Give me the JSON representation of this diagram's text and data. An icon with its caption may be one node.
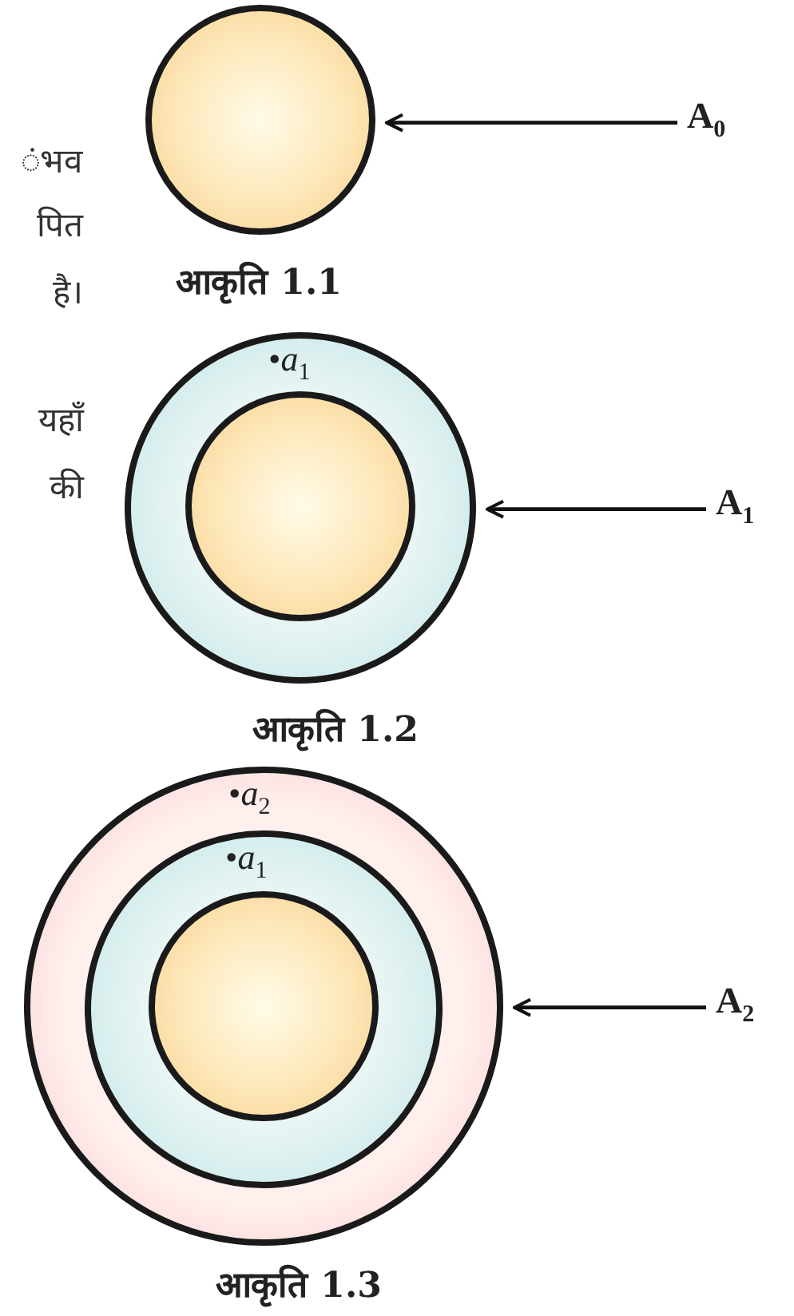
{
  "diagram": {
    "nodes": [
      {
        "text": [
          "A$_{0}$"
        ]
      },
      {
        "text": [],
        "shape": "circle",
        "beside": [
          "आकृति 1.1"
        ]
      },
      {
        "text": [
          "A$_{1}$"
        ]
      },
      {
        "text": [
          "•*a*$_{1}$"
        ],
        "beside": [
          "आकृति 1.2"
        ]
      },
      {
        "text": [],
        "shape": "circle",
        "in": 3
      },
      {
        "text": [
          "A$_{2}$"
        ]
      },
      {
        "text": [
          "•*a*$_{2}$"
        ],
        "beside": [
          "आकृति 1.3"
        ]
      },
      {
        "text": [
          "•*a*$_{1}$"
        ],
        "in": 6
      },
      {
        "text": [],
        "shape": "circle",
        "in": 7
      }
    ],
    "edges": [
      {
        "from": 0,
        "to": 1,
        "arrow": "to"
      },
      {
        "from": 2,
        "to": 3,
        "arrow": "to"
      },
      {
        "from": 5,
        "to": 6,
        "arrow": "to"
      }
    ],
    "labels": [
      "ंभव",
      "पित",
      "है।",
      "यहाँ",
      "की"
    ]
  }
}
